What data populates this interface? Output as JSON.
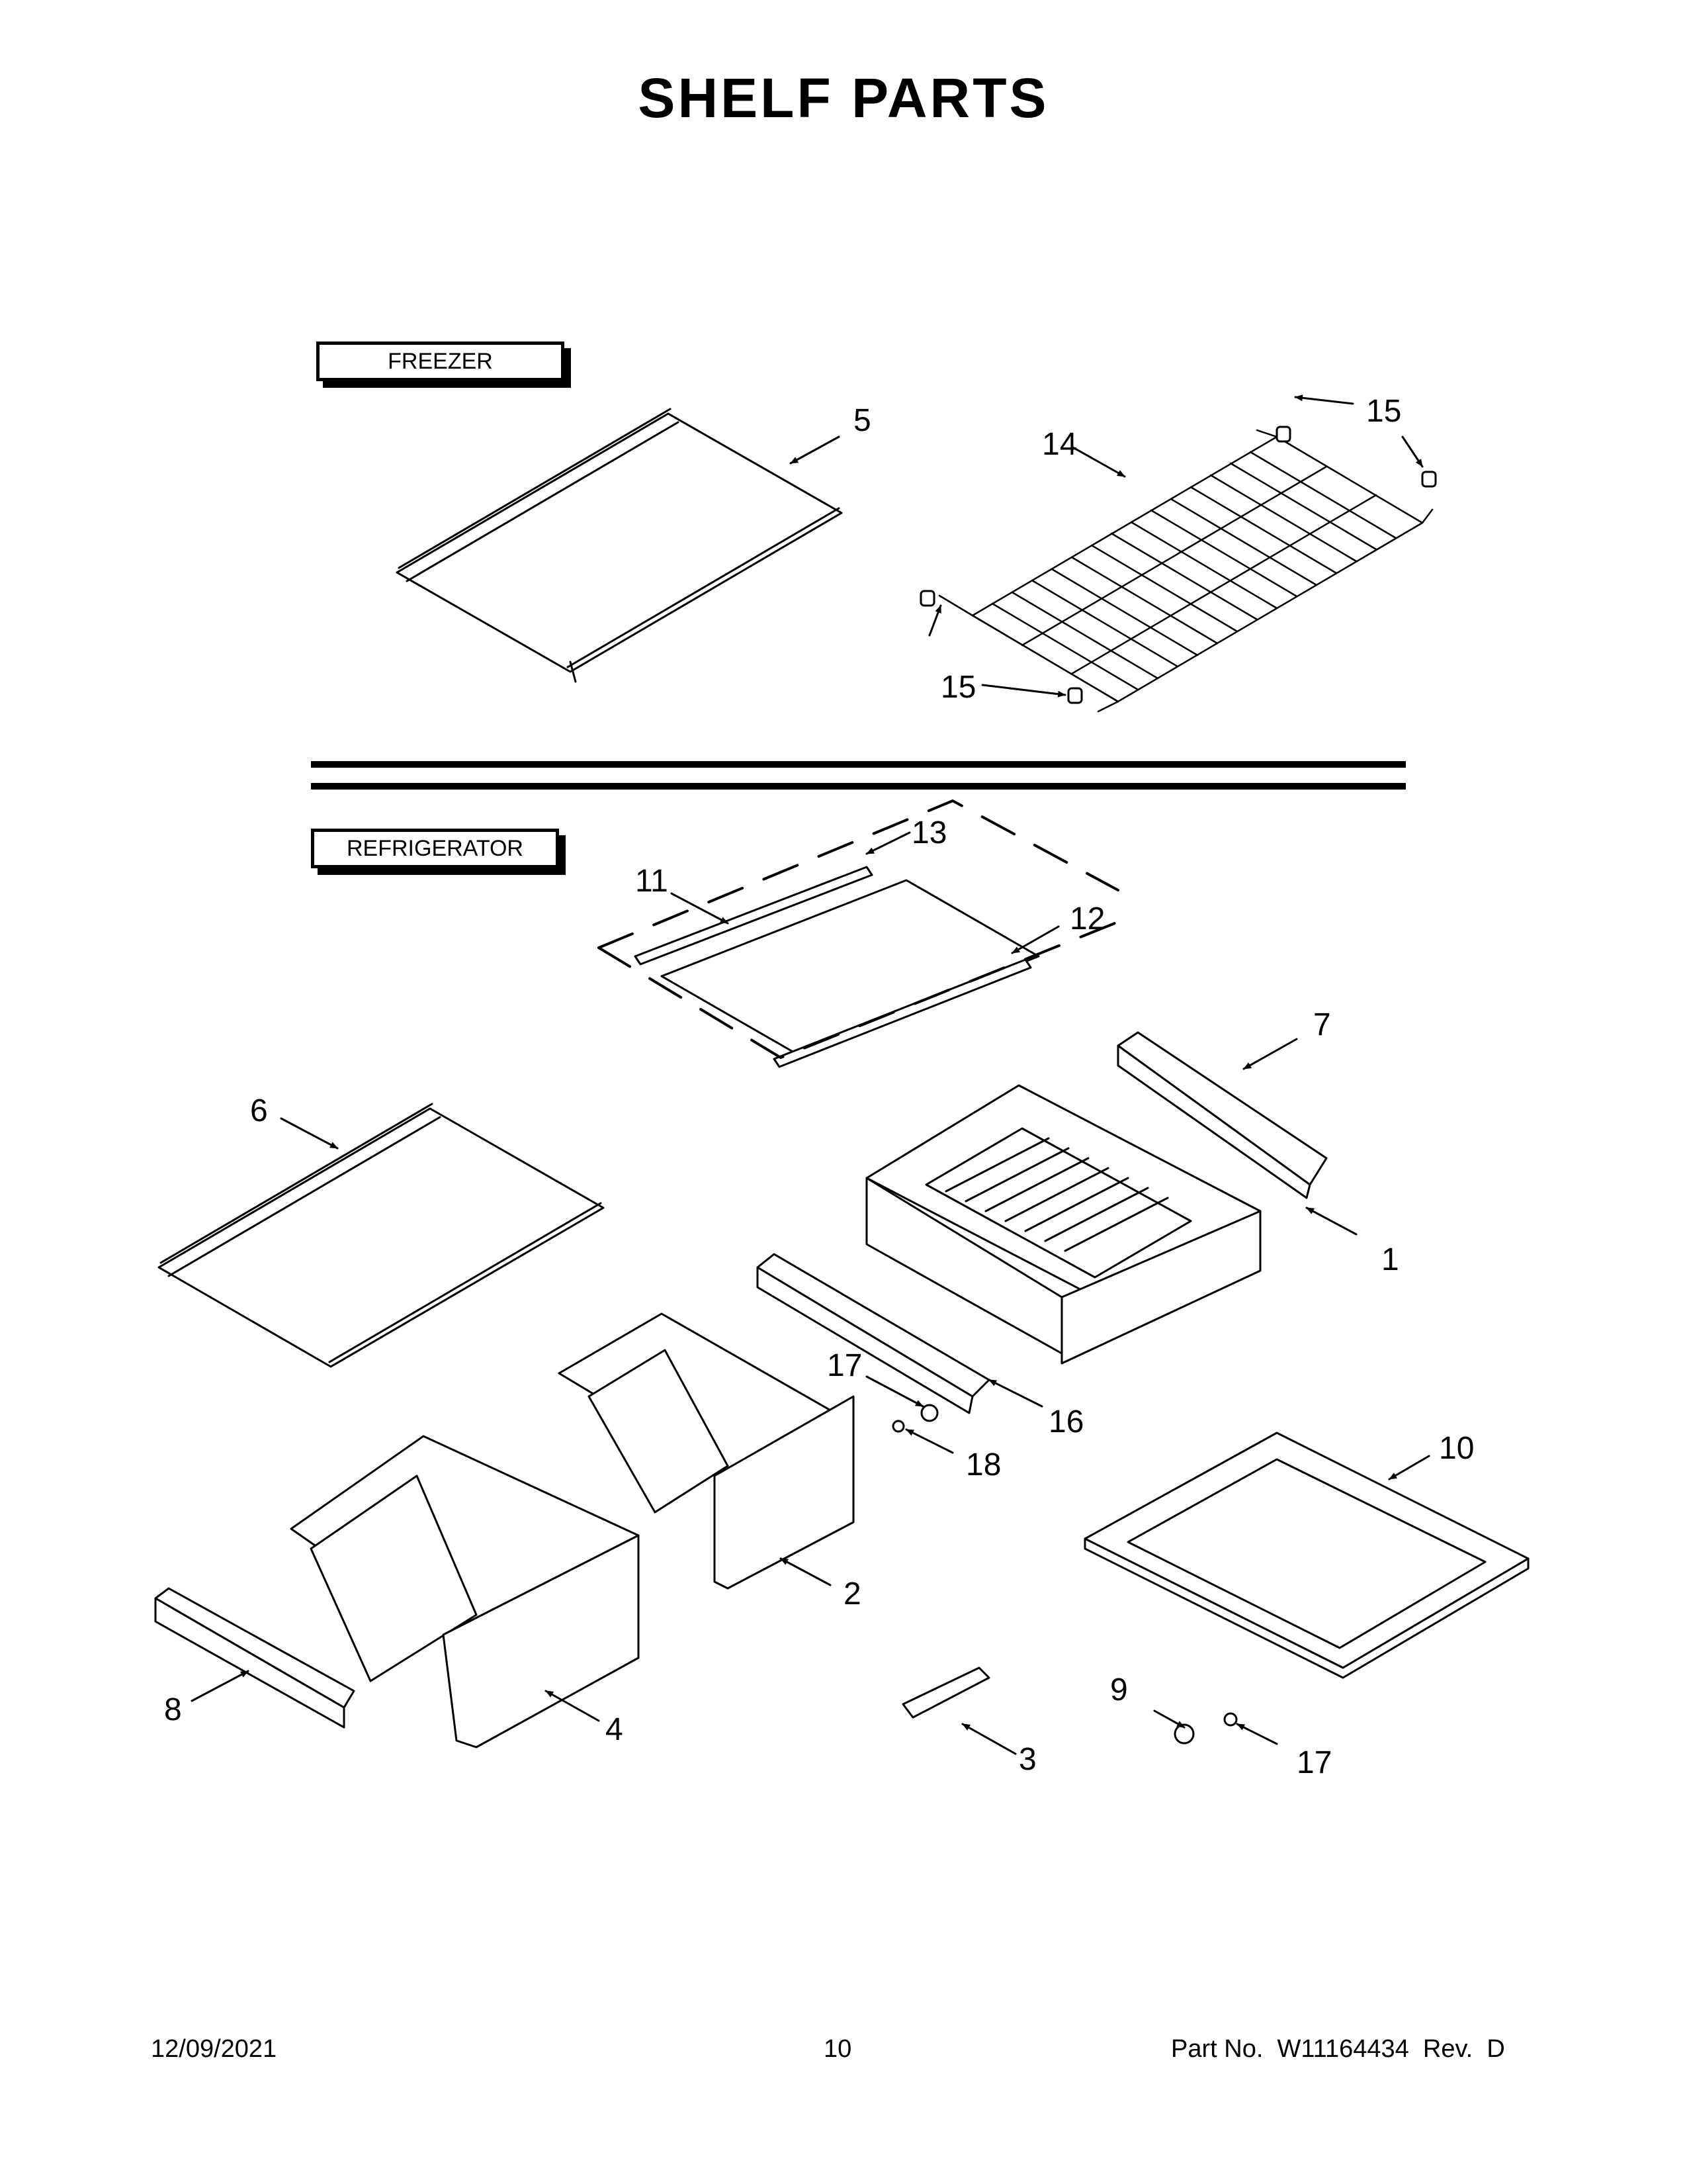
{
  "title": "SHELF PARTS",
  "sections": {
    "freezer": "FREEZER",
    "refrigerator": "REFRIGERATOR"
  },
  "callouts": {
    "c5": "5",
    "c14": "14",
    "c15a": "15",
    "c15b": "15",
    "c13": "13",
    "c11": "11",
    "c12": "12",
    "c6": "6",
    "c7": "7",
    "c1": "1",
    "c17a": "17",
    "c16": "16",
    "c18": "18",
    "c10": "10",
    "c2": "2",
    "c8": "8",
    "c4": "4",
    "c9": "9",
    "c3": "3",
    "c17b": "17"
  },
  "footer": {
    "date": "12/09/2021",
    "page": "10",
    "part": "Part No.  W11164434  Rev.  D"
  }
}
